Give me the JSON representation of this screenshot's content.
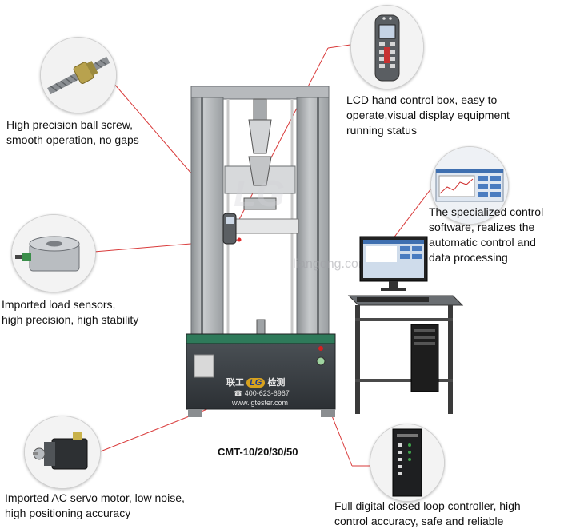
{
  "callouts": {
    "ball_screw": {
      "line1": "High precision ball screw,",
      "line2": "smooth operation, no gaps"
    },
    "hand_control": {
      "line1": "LCD hand control box, easy to",
      "line2": "operate,visual display equipment",
      "line3": "running status"
    },
    "software": {
      "line1": "The specialized control",
      "line2": "software, realizes the",
      "line3": "automatic control and",
      "line4": "data processing"
    },
    "load_sensor": {
      "line1": "Imported load sensors,",
      "line2": "high precision, high stability"
    },
    "servo_motor": {
      "line1": "Imported AC servo motor, low noise,",
      "line2": "high positioning accuracy"
    },
    "controller": {
      "line1": "Full digital closed loop controller, high",
      "line2": "control accuracy, safe and reliable"
    }
  },
  "machine": {
    "model": "CMT-10/20/30/50",
    "brand_cn": "联工",
    "brand_logo": "LG",
    "brand_cn2": "检测",
    "phone": "☎ 400-623-6967",
    "website": "www.lgtester.com",
    "watermark_logo": "LG",
    "watermark_text": "liangong.com"
  },
  "colors": {
    "accent_red": "#d62020",
    "frame_gray": "#a9adb0",
    "cabinet_dark": "#3a3f43",
    "leader_line": "#d93a3a"
  }
}
